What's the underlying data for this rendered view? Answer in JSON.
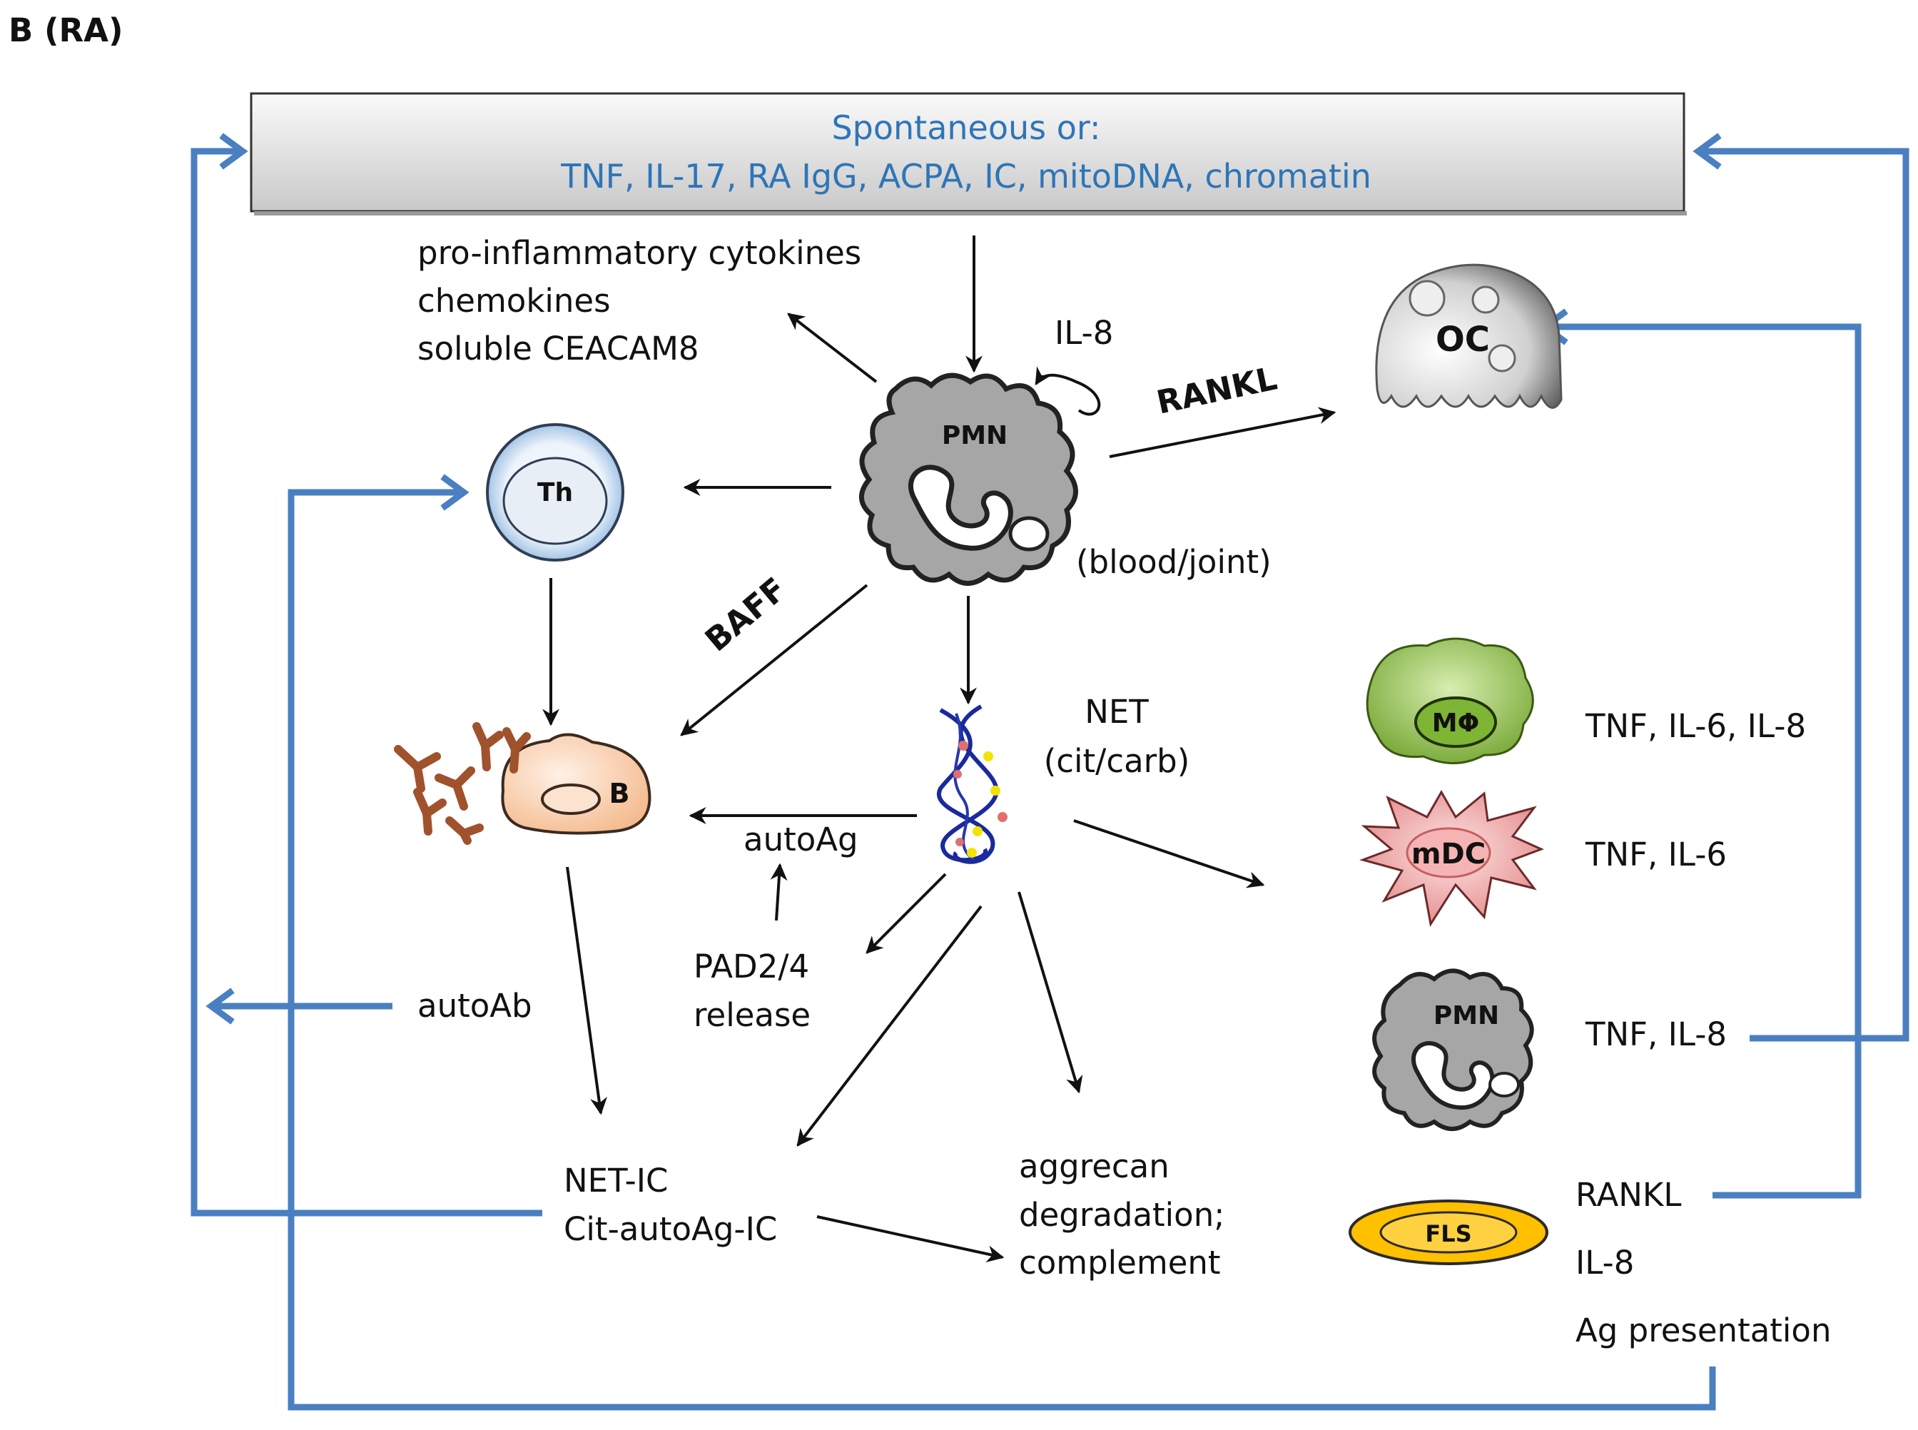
{
  "panel_label": "B (RA)",
  "stimuli": {
    "line1": "Spontaneous or:",
    "line2": "TNF, IL-17, RA IgG, ACPA, IC, mitoDNA, chromatin"
  },
  "secreted": [
    "pro-inflammatory cytokines",
    "chemokines",
    "soluble CEACAM8"
  ],
  "cells": {
    "pmn_main": "PMN",
    "th": "Th",
    "b": "B",
    "oc": "OC",
    "macrophage": "MΦ",
    "mdc": "mDC",
    "pmn_small": "PMN",
    "fls": "FLS"
  },
  "labels": {
    "il8_self": "IL-8",
    "rankl": "RANKL",
    "location": "(blood/joint)",
    "baff": "BAFF",
    "net": [
      "NET",
      "(cit/carb)"
    ],
    "autoag": "autoAg",
    "pad": [
      "PAD2/4",
      "release"
    ],
    "autoab": "autoAb",
    "net_ic": [
      "NET-IC",
      "Cit-autoAg-IC"
    ],
    "aggrecan": [
      "aggrecan",
      "degradation;",
      "complement"
    ]
  },
  "outputs": {
    "macrophage": "TNF, IL-6, IL-8",
    "mdc": "TNF, IL-6",
    "pmn_small": "TNF, IL-8",
    "fls": [
      "RANKL",
      "IL-8",
      "Ag presentation"
    ]
  },
  "colors": {
    "blue_text": "#2e75b6",
    "blue_arrow": "#4a7fc1",
    "pmn_gray": "#a6a6a6",
    "macrophage_green": "#8fc240",
    "mdc_pink": "#f2a0a0",
    "fls_yellow": "#ffc000",
    "b_cell": "#fcd5b5",
    "th_blue": "#9dc3e6",
    "antibody_brown": "#a0522d"
  },
  "icons": [
    "pmn-cell-icon",
    "t-helper-cell-icon",
    "b-cell-icon",
    "osteoclast-icon",
    "macrophage-icon",
    "dendritic-cell-icon",
    "fls-cell-icon",
    "net-dna-icon",
    "antibody-icon"
  ]
}
